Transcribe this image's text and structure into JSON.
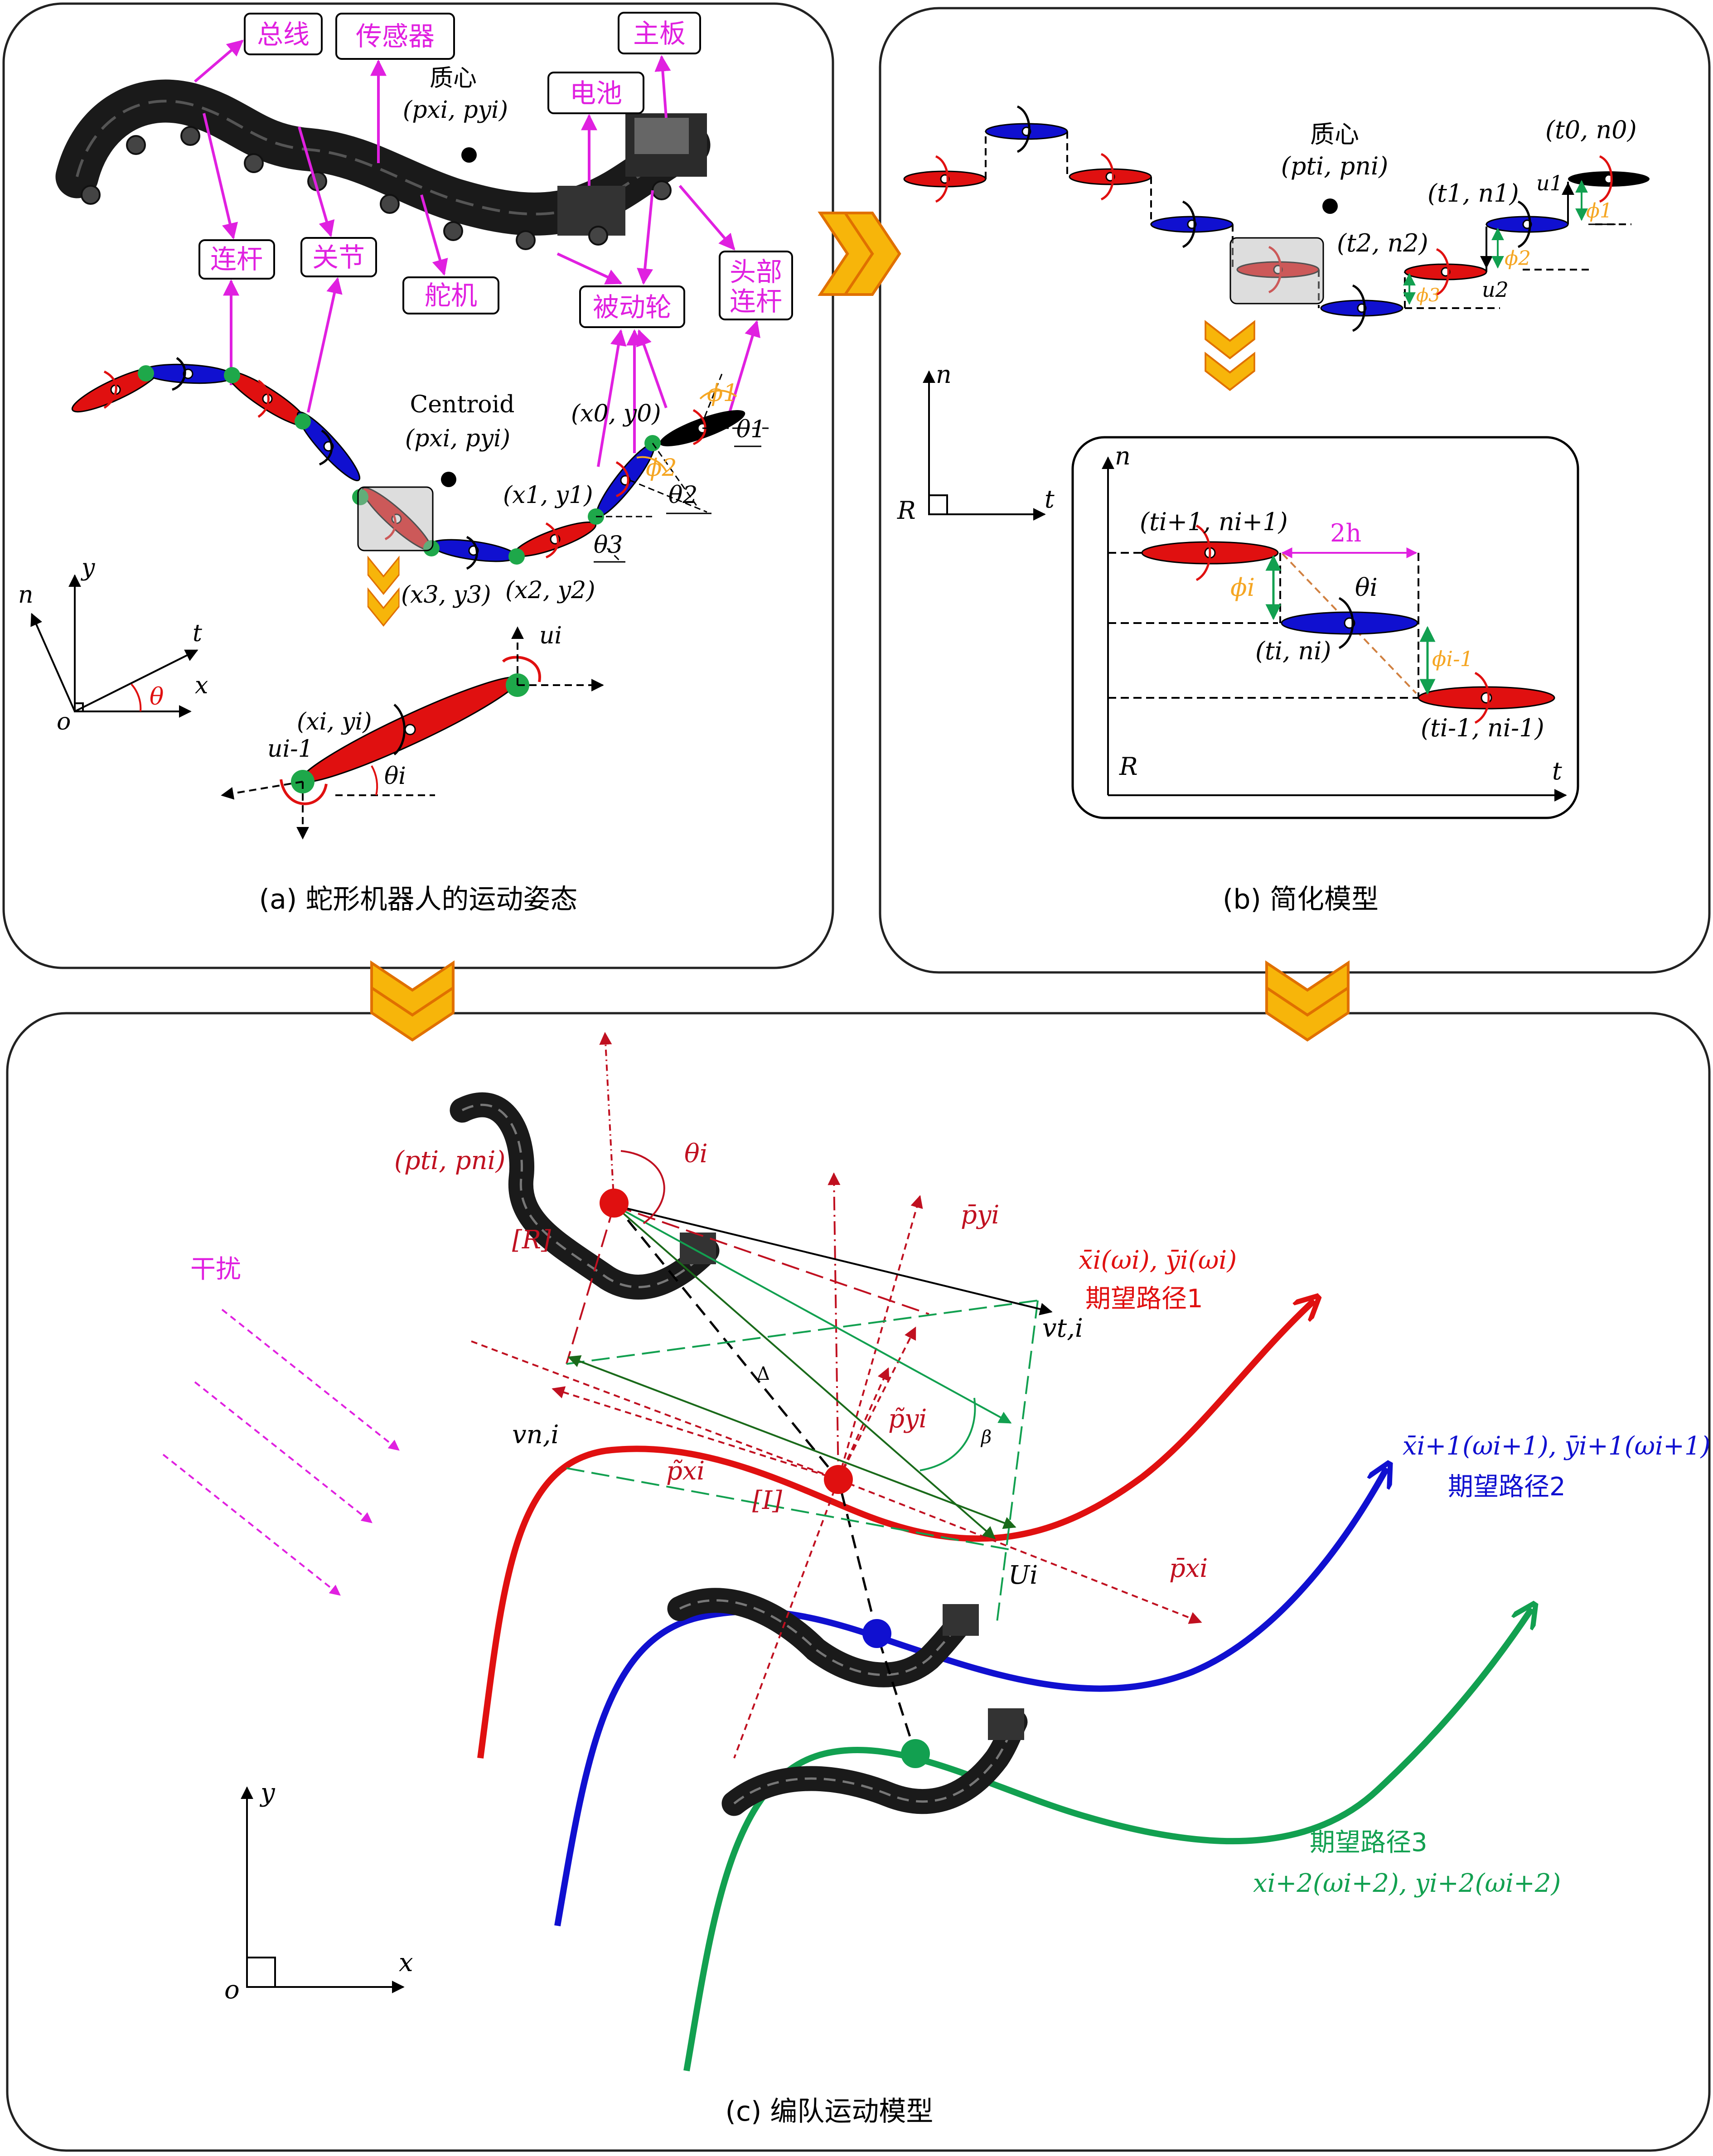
{
  "panel_a": {
    "caption": "(a) 蛇形机器人的运动姿态",
    "boxes": {
      "bus": "总线",
      "sensor": "传感器",
      "mainboard": "主板",
      "battery": "电池",
      "link": "连杆",
      "joint": "关节",
      "servo": "舵机",
      "passive_wheel": "被动轮",
      "head_link_1": "头部",
      "head_link_2": "连杆"
    },
    "centroid_zh": "质心",
    "centroid_zh_coord": "(pxi, pyi)",
    "centroid_en": "Centroid",
    "centroid_en_coord": "(pxi, pyi)",
    "pt_x0": "(x0, y0)",
    "pt_x1": "(x1, y1)",
    "pt_x2": "(x2, y2)",
    "pt_x3": "(x3, y3)",
    "theta1": "θ1",
    "theta2": "θ2",
    "theta3": "θ3",
    "phi1": "ϕ1",
    "phi2": "ϕ2",
    "axis_n": "n",
    "axis_y": "y",
    "axis_t": "t",
    "axis_x": "x",
    "axis_o": "o",
    "axis_theta": "θ",
    "link_xi": "(xi, yi)",
    "link_ui": "ui",
    "link_ui1": "ui-1",
    "link_theta": "θi"
  },
  "panel_b": {
    "caption": "(b) 简化模型",
    "centroid_zh": "质心",
    "centroid_coord": "(pti, pni)",
    "t0": "(t0, n0)",
    "t1": "(t1, n1)",
    "t2": "(t2, n2)",
    "u1": "u1",
    "u2": "u2",
    "phi1": "ϕ1",
    "phi2": "ϕ2",
    "phi3": "ϕ3",
    "axis_n": "n",
    "axis_t": "t",
    "axis_R": "R",
    "inset_n": "n",
    "inset_t": "t",
    "inset_R": "R",
    "inset_ti1": "(ti+1, ni+1)",
    "inset_ti": "(ti, ni)",
    "inset_tim1": "(ti-1, ni-1)",
    "inset_2h": "2h",
    "inset_phii": "ϕi",
    "inset_phii1": "ϕi-1",
    "inset_thetai": "θi"
  },
  "panel_c": {
    "caption": "(c) 编队运动模型",
    "disturb": "干扰",
    "centroid": "(pti, pni)",
    "R": "[R]",
    "I": "[I]",
    "theta_i": "θi",
    "pyi_bar": "p̄yi",
    "pyi_tilde": "p̃yi",
    "pxi_tilde": "p̃xi",
    "pxi_bar": "p̄xi",
    "vti": "vt,i",
    "vni": "vn,i",
    "Ui": "Ui",
    "delta": "Δ",
    "beta": "β",
    "path1_formula": "x̄i(ωi), ȳi(ωi)",
    "path1_label": "期望路径1",
    "path2_formula": "x̄i+1(ωi+1), ȳi+1(ωi+1)",
    "path2_label": "期望路径2",
    "path3_label": "期望路径3",
    "path3_formula": "xi+2(ωi+2), yi+2(ωi+2)",
    "axis_y": "y",
    "axis_x": "x",
    "axis_o": "o"
  },
  "colors": {
    "magenta": "#e020e0",
    "red": "#e01010",
    "blue": "#1010d0",
    "green": "#12a050",
    "orange": "#f5a623",
    "chevron": "#f7b50a",
    "dark_green": "#1a6a1a",
    "orange_dash": "#d08040"
  }
}
